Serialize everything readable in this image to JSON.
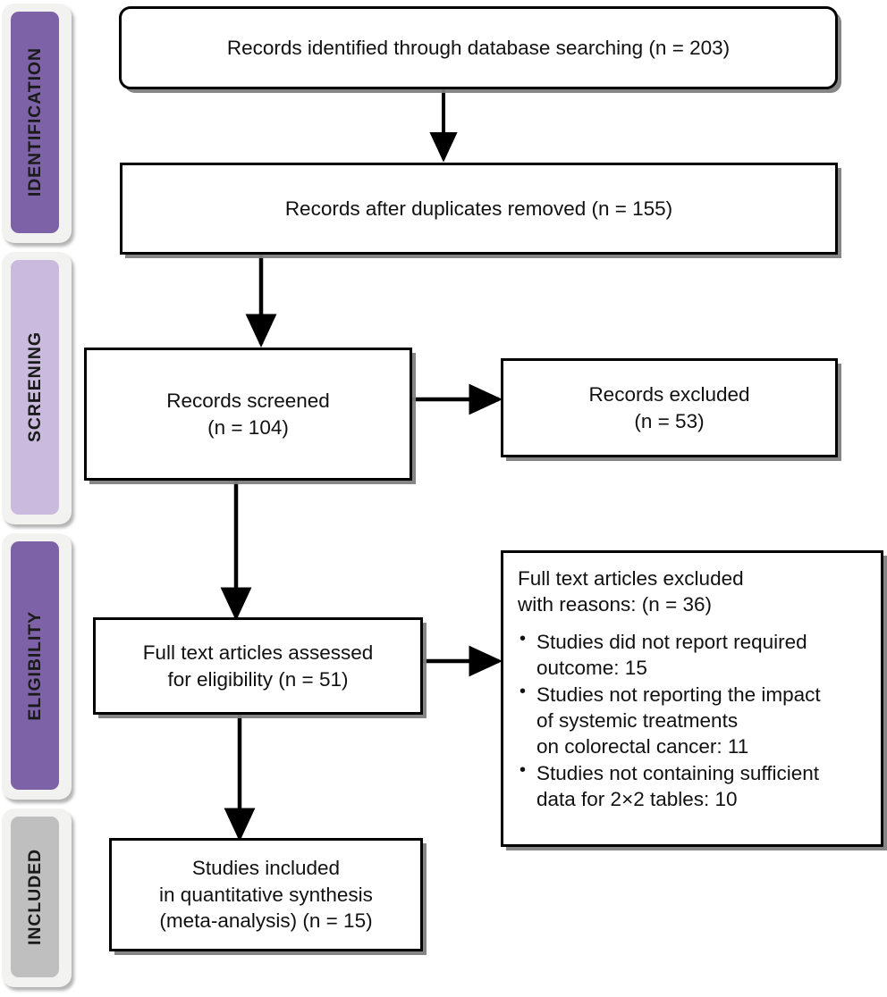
{
  "diagram": {
    "type": "prisma-flow-diagram",
    "title": "PRISMA study selection flow diagram"
  },
  "stages": [
    {
      "label": "IDENTIFICATION",
      "color": "#7e62a8"
    },
    {
      "label": "SCREENING",
      "color": "#c9bade"
    },
    {
      "label": "ELIGIBILITY",
      "color": "#7e62a8"
    },
    {
      "label": "INCLUDED",
      "color": "#bfbfbf"
    }
  ],
  "boxes": {
    "identified": {
      "line1": "Records identified through database searching (n = 203)",
      "n": 203
    },
    "after_duplicates": {
      "line1": "Records after duplicates removed (n = 155)",
      "n": 155
    },
    "screened": {
      "line1": "Records screened",
      "line2": "(n = 104)",
      "n": 104
    },
    "records_excluded": {
      "line1": "Records excluded",
      "line2": "(n = 53)",
      "n": 53
    },
    "fulltext_assessed": {
      "line1": "Full text articles assessed",
      "line2": "for eligibility (n = 51)",
      "n": 51
    },
    "fulltext_excluded": {
      "head_line1": "Full text articles excluded",
      "head_line2": "with reasons: (n = 36)",
      "n": 36,
      "reasons": [
        "Studies did not report required outcome: 15",
        "Studies not reporting the impact of systemic treatments on colorectal cancer: 11",
        "Studies not containing sufficient data for 2×2 tables: 10"
      ],
      "reason_lines": [
        [
          "Studies did not report required",
          "outcome: 15"
        ],
        [
          "Studies not reporting the impact",
          "of systemic treatments",
          "on colorectal cancer: 11"
        ],
        [
          "Studies not containing sufficient",
          "data for 2×2 tables: 10"
        ]
      ]
    },
    "included": {
      "line1": "Studies included",
      "line2": "in quantitative synthesis",
      "line3": "(meta-analysis) (n = 15)",
      "n": 15
    }
  },
  "colors": {
    "stroke": "#000000",
    "box_fill": "#ffffff",
    "shadow": "#808080",
    "frame": "#f2f2f0",
    "purple_dark": "#7e62a8",
    "purple_light": "#c9bade",
    "gray": "#bfbfbf"
  }
}
